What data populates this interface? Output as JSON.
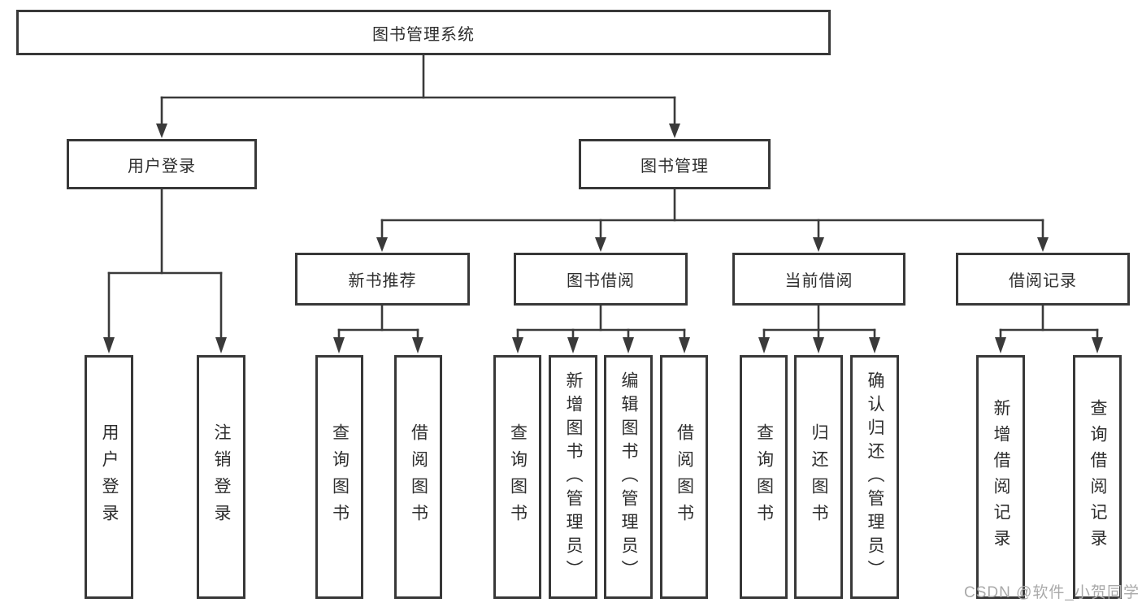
{
  "nodes": {
    "root": {
      "label": "图书管理系统"
    },
    "user_login": {
      "label": "用户登录"
    },
    "book_management": {
      "label": "图书管理"
    },
    "new_book_recommend": {
      "label": "新书推荐"
    },
    "book_borrowing": {
      "label": "图书借阅"
    },
    "current_borrowing": {
      "label": "当前借阅"
    },
    "borrowing_records": {
      "label": "借阅记录"
    },
    "leaf_user_login": {
      "label": "用户登录"
    },
    "leaf_logout": {
      "label": "注销登录"
    },
    "leaf_query_books_1": {
      "label": "查询图书"
    },
    "leaf_borrow_books_1": {
      "label": "借阅图书"
    },
    "leaf_query_books_2": {
      "label": "查询图书"
    },
    "leaf_add_book_admin": {
      "label": "新增图书（管理员）"
    },
    "leaf_edit_book_admin": {
      "label": "编辑图书（管理员）"
    },
    "leaf_borrow_books_2": {
      "label": "借阅图书"
    },
    "leaf_query_books_3": {
      "label": "查询图书"
    },
    "leaf_return_books": {
      "label": "归还图书"
    },
    "leaf_confirm_return_admin": {
      "label": "确认归还（管理员）"
    },
    "leaf_add_borrow_record": {
      "label": "新增借阅记录"
    },
    "leaf_query_borrow_record": {
      "label": "查询借阅记录"
    }
  },
  "tree": {
    "图书管理系统": {
      "用户登录": [
        "用户登录",
        "注销登录"
      ],
      "图书管理": {
        "新书推荐": [
          "查询图书",
          "借阅图书"
        ],
        "图书借阅": [
          "查询图书",
          "新增图书（管理员）",
          "编辑图书（管理员）",
          "借阅图书"
        ],
        "当前借阅": [
          "查询图书",
          "归还图书",
          "确认归还（管理员）"
        ],
        "借阅记录": [
          "新增借阅记录",
          "查询借阅记录"
        ]
      }
    }
  },
  "watermark": {
    "text": "CSDN @软件_小贺同学"
  },
  "colors": {
    "line": "#3a3a3a",
    "border": "#383838",
    "text": "#2e2e2e",
    "watermark": "#a9a9a9",
    "background": "#ffffff"
  }
}
